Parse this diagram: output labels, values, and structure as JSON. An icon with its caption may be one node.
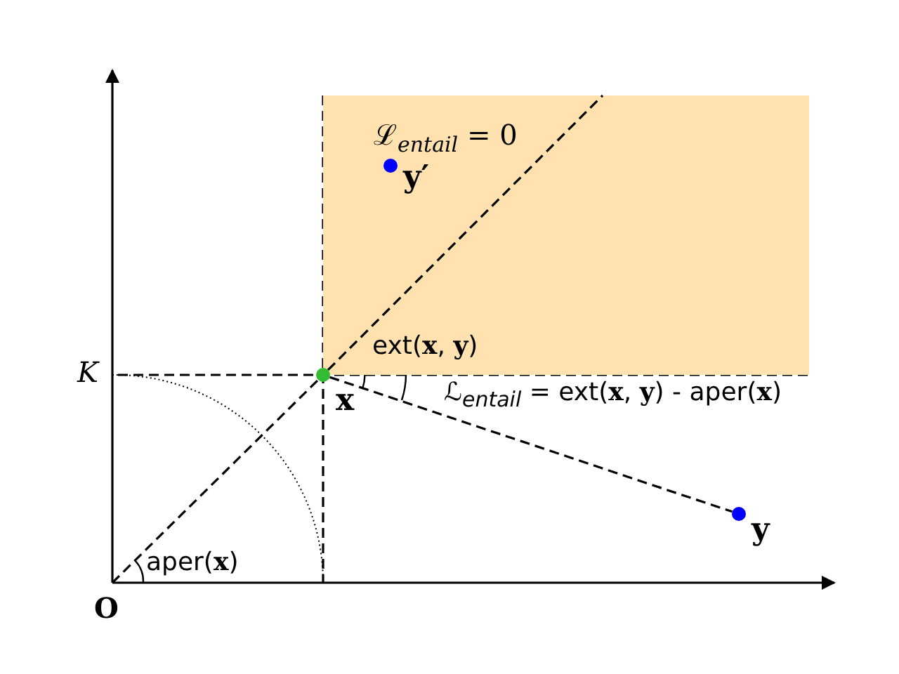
{
  "diagram": {
    "nodes": [
      {
        "text": [
          "ℒ$_{entail}$ = 0"
        ]
      },
      {
        "text": [
          "y′"
        ],
        "in": 0
      },
      {
        "text": [
          "x"
        ]
      },
      {
        "text": [
          "y"
        ]
      }
    ],
    "edges": [
      {
        "from": 2,
        "to": 3,
        "arrow": "none",
        "style": "dashed"
      },
      {
        "from": 2,
        "to": 0,
        "arrow": "none",
        "style": "dashed"
      }
    ],
    "labels": [
      "K",
      "ext(**x**, **y**)",
      "ℒ$_{entail}$ = ext(**x**, **y**) - aper(**x**)",
      "aper(**x**)",
      "O"
    ]
  }
}
